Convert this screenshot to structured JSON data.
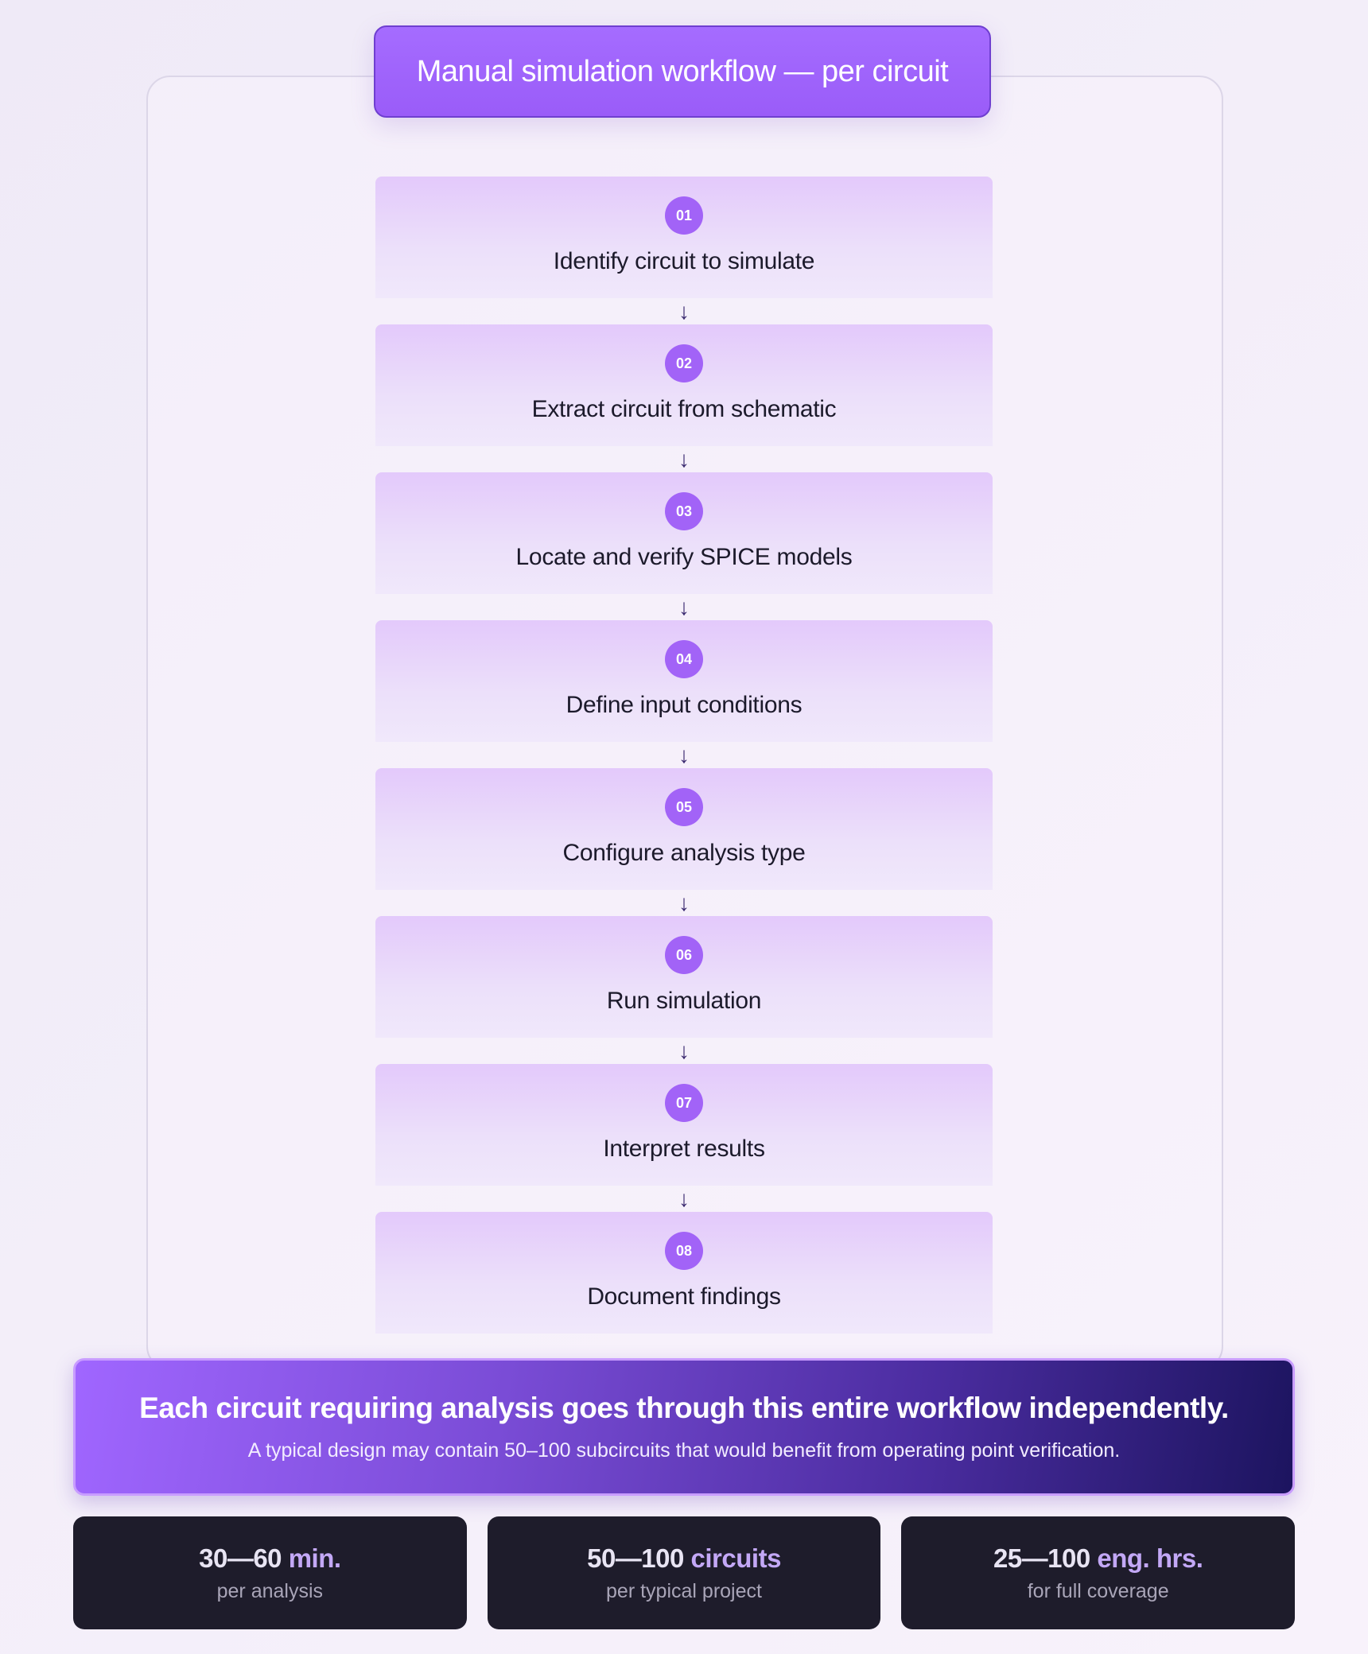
{
  "title": "Manual simulation workflow — per circuit",
  "steps": [
    {
      "number": "01",
      "label": "Identify circuit to simulate"
    },
    {
      "number": "02",
      "label": "Extract circuit from schematic"
    },
    {
      "number": "03",
      "label": "Locate and verify SPICE models"
    },
    {
      "number": "04",
      "label": "Define input conditions"
    },
    {
      "number": "05",
      "label": "Configure analysis type"
    },
    {
      "number": "06",
      "label": "Run simulation"
    },
    {
      "number": "07",
      "label": "Interpret results"
    },
    {
      "number": "08",
      "label": "Document findings"
    }
  ],
  "arrow_glyph": "↓",
  "banner": {
    "title": "Each circuit requiring analysis goes through this entire workflow independently.",
    "subtitle": "A typical design may contain 50–100 subcircuits that would benefit from operating point verification."
  },
  "stats": [
    {
      "number": "30—60",
      "unit": "min.",
      "caption": "per analysis"
    },
    {
      "number": "50—100",
      "unit": "circuits",
      "caption": "per typical project"
    },
    {
      "number": "25—100",
      "unit": "eng. hrs.",
      "caption": "for full coverage"
    }
  ],
  "colors": {
    "accent": "#a263f7",
    "title_bg": "#a56cff",
    "banner_dark": "#1c145f",
    "stat_bg": "#1e1c2b",
    "stat_unit": "#c3a8f6"
  }
}
